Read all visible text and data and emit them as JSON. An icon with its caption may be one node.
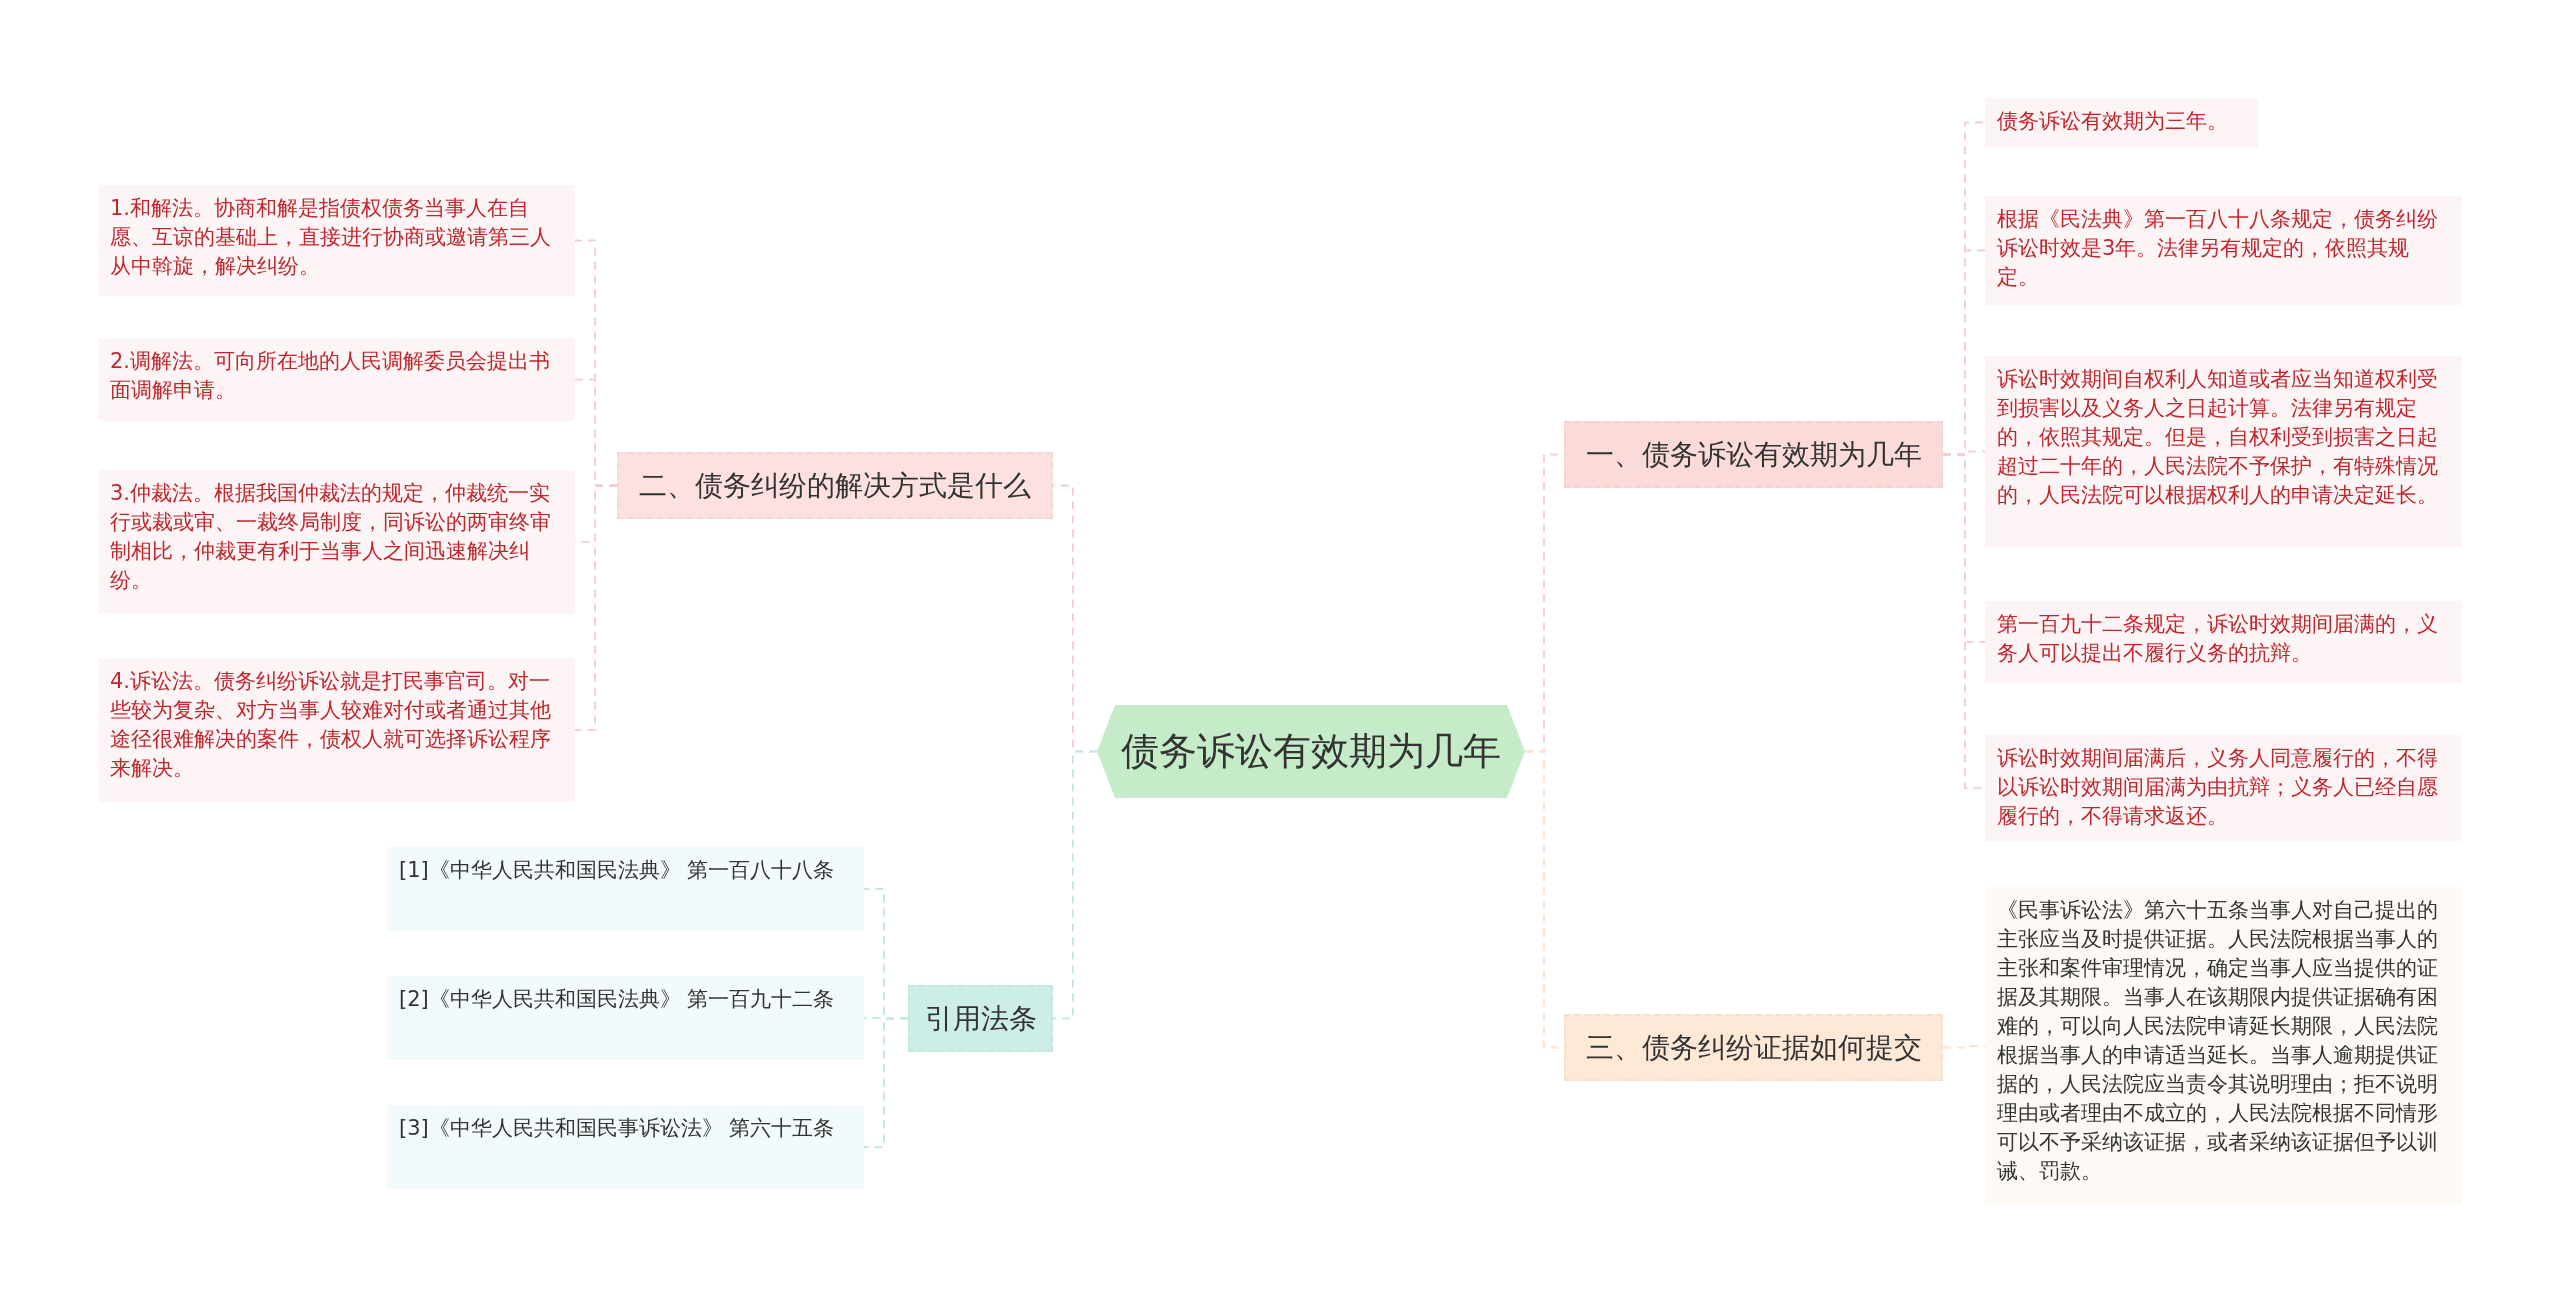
{
  "diagram": {
    "nodes": [
      {
        "text": [
          "债务诉讼有效期为几年"
        ]
      },
      {
        "text": [
          "一、债务诉讼有效期为几年"
        ]
      },
      {
        "text": [
          "债务诉讼有效期为三年。"
        ]
      },
      {
        "text": [
          "根据《民法典》第一百八十八条规定，债务纠纷诉讼时效是3年。法律另有规定的，依照其规定。"
        ]
      },
      {
        "text": [
          "诉讼时效期间自权利人知道或者应当知道权利受到损害以及义务人之日起计算。法律另有规定的，依照其规定。但是，自权利受到损害之日起超过二十年的，人民法院不予保护，有特殊情况的，人民法院可以根据权利人的申请决定延长。"
        ]
      },
      {
        "text": [
          "第一百九十二条规定，诉讼时效期间届满的，义务人可以提出不履行义务的抗辩。"
        ]
      },
      {
        "text": [
          "诉讼时效期间届满后，义务人同意履行的，不得以诉讼时效期间届满为由抗辩；义务人已经自愿履行的，不得请求返还。"
        ]
      },
      {
        "text": [
          "三、债务纠纷证据如何提交"
        ]
      },
      {
        "text": [
          "《民事诉讼法》第六十五条当事人对自己提出的主张应当及时提供证据。人民法院根据当事人的主张和案件审理情况，确定当事人应当提供的证据及其期限。当事人在该期限内提供证据确有困难的，可以向人民法院申请延长期限，人民法院根据当事人的申请适当延长。当事人逾期提供证据的，人民法院应当责令其说明理由；拒不说明理由或者理由不成立的，人民法院根据不同情形可以不予采纳该证据，或者采纳该证据但予以训诫、罚款。"
        ]
      },
      {
        "text": [
          "二、债务纠纷的解决方式是什么"
        ]
      },
      {
        "text": [
          "1.和解法。协商和解是指债权债务当事人在自愿、互谅的基础上，直接进行协商或邀请第三人从中斡旋，解决纠纷。"
        ]
      },
      {
        "text": [
          "2.调解法。可向所在地的人民调解委员会提出书面调解申请。"
        ]
      },
      {
        "text": [
          "3.仲裁法。根据我国仲裁法的规定，仲裁统一实行或裁或审、一裁终局制度，同诉讼的两审终审制相比，仲裁更有利于当事人之间迅速解决纠纷。"
        ]
      },
      {
        "text": [
          "4.诉讼法。债务纠纷诉讼就是打民事官司。对一些较为复杂、对方当事人较难对付或者通过其他途径很难解决的案件，债权人就可选择诉讼程序来解决。"
        ]
      },
      {
        "text": [
          "引用法条"
        ]
      },
      {
        "text": [
          "[1]《中华人民共和国民法典》 第一百八十八条"
        ]
      },
      {
        "text": [
          "[2]《中华人民共和国民法典》 第一百九十二条"
        ]
      },
      {
        "text": [
          "[3]《中华人民共和国民事诉讼法》 第六十五条"
        ]
      }
    ],
    "edges": [
      {
        "from": 0,
        "to": 1,
        "arrow": "none"
      },
      {
        "from": 1,
        "to": 2,
        "arrow": "none"
      },
      {
        "from": 1,
        "to": 3,
        "arrow": "none"
      },
      {
        "from": 1,
        "to": 4,
        "arrow": "none"
      },
      {
        "from": 1,
        "to": 5,
        "arrow": "none"
      },
      {
        "from": 1,
        "to": 6,
        "arrow": "none"
      },
      {
        "from": 0,
        "to": 7,
        "arrow": "none",
        "color": "#fbe3cf"
      },
      {
        "from": 7,
        "to": 8,
        "arrow": "none",
        "color": "#fbe3cf"
      },
      {
        "from": 0,
        "to": 9,
        "arrow": "none"
      },
      {
        "from": 9,
        "to": 10,
        "arrow": "none"
      },
      {
        "from": 9,
        "to": 11,
        "arrow": "none"
      },
      {
        "from": 9,
        "to": 12,
        "arrow": "none"
      },
      {
        "from": 9,
        "to": 13,
        "arrow": "none"
      },
      {
        "from": 0,
        "to": 14,
        "arrow": "none",
        "color": "#c6e8e2"
      },
      {
        "from": 14,
        "to": 15,
        "arrow": "none",
        "color": "#c6e8e2"
      },
      {
        "from": 14,
        "to": 16,
        "arrow": "none",
        "color": "#c6e8e2"
      },
      {
        "from": 14,
        "to": 17,
        "arrow": "none",
        "color": "#c6e8e2"
      }
    ]
  }
}
